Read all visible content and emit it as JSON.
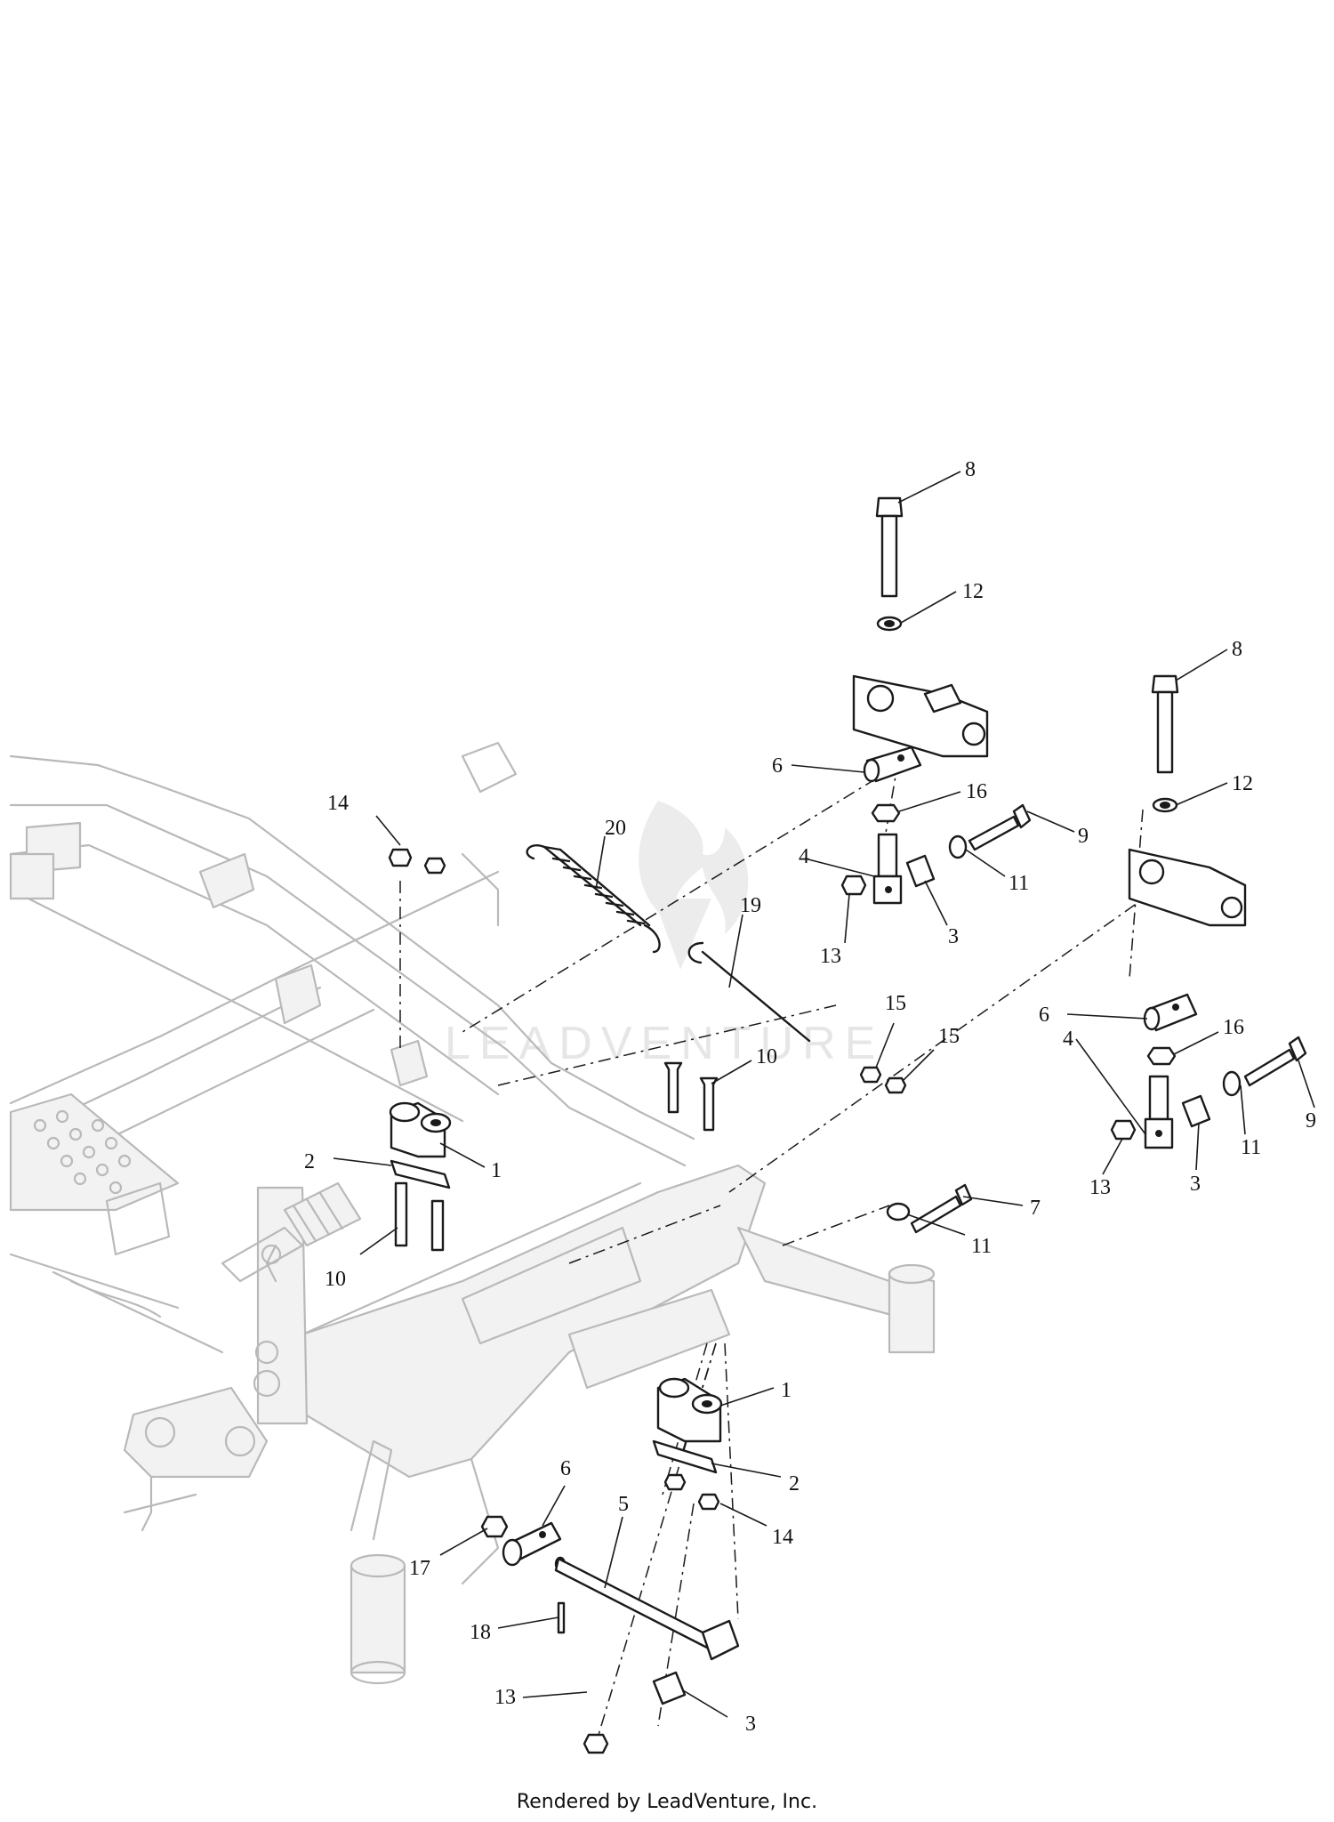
{
  "watermark": "LEADVENTURE",
  "footer": "Rendered by LeadVenture, Inc.",
  "callouts": [
    {
      "id": "c8a",
      "label": "8"
    },
    {
      "id": "c12a",
      "label": "12"
    },
    {
      "id": "c8b",
      "label": "8"
    },
    {
      "id": "c12b",
      "label": "12"
    },
    {
      "id": "c6a",
      "label": "6"
    },
    {
      "id": "c16a",
      "label": "16"
    },
    {
      "id": "c9a",
      "label": "9"
    },
    {
      "id": "c14a",
      "label": "14"
    },
    {
      "id": "c20",
      "label": "20"
    },
    {
      "id": "c4a",
      "label": "4"
    },
    {
      "id": "c11a",
      "label": "11"
    },
    {
      "id": "c3a",
      "label": "3"
    },
    {
      "id": "c19",
      "label": "19"
    },
    {
      "id": "c13a",
      "label": "13"
    },
    {
      "id": "c6b",
      "label": "6"
    },
    {
      "id": "c16b",
      "label": "16"
    },
    {
      "id": "c15a",
      "label": "15"
    },
    {
      "id": "c15b",
      "label": "15"
    },
    {
      "id": "c4b",
      "label": "4"
    },
    {
      "id": "c9b",
      "label": "9"
    },
    {
      "id": "c10a",
      "label": "10"
    },
    {
      "id": "c11b",
      "label": "11"
    },
    {
      "id": "c3b",
      "label": "3"
    },
    {
      "id": "c13b",
      "label": "13"
    },
    {
      "id": "c2a",
      "label": "2"
    },
    {
      "id": "c1a",
      "label": "1"
    },
    {
      "id": "c7",
      "label": "7"
    },
    {
      "id": "c11c",
      "label": "11"
    },
    {
      "id": "c10b",
      "label": "10"
    },
    {
      "id": "c1b",
      "label": "1"
    },
    {
      "id": "c2b",
      "label": "2"
    },
    {
      "id": "c6c",
      "label": "6"
    },
    {
      "id": "c5",
      "label": "5"
    },
    {
      "id": "c14b",
      "label": "14"
    },
    {
      "id": "c17",
      "label": "17"
    },
    {
      "id": "c18",
      "label": "18"
    },
    {
      "id": "c13c",
      "label": "13"
    },
    {
      "id": "c3c",
      "label": "3"
    }
  ]
}
